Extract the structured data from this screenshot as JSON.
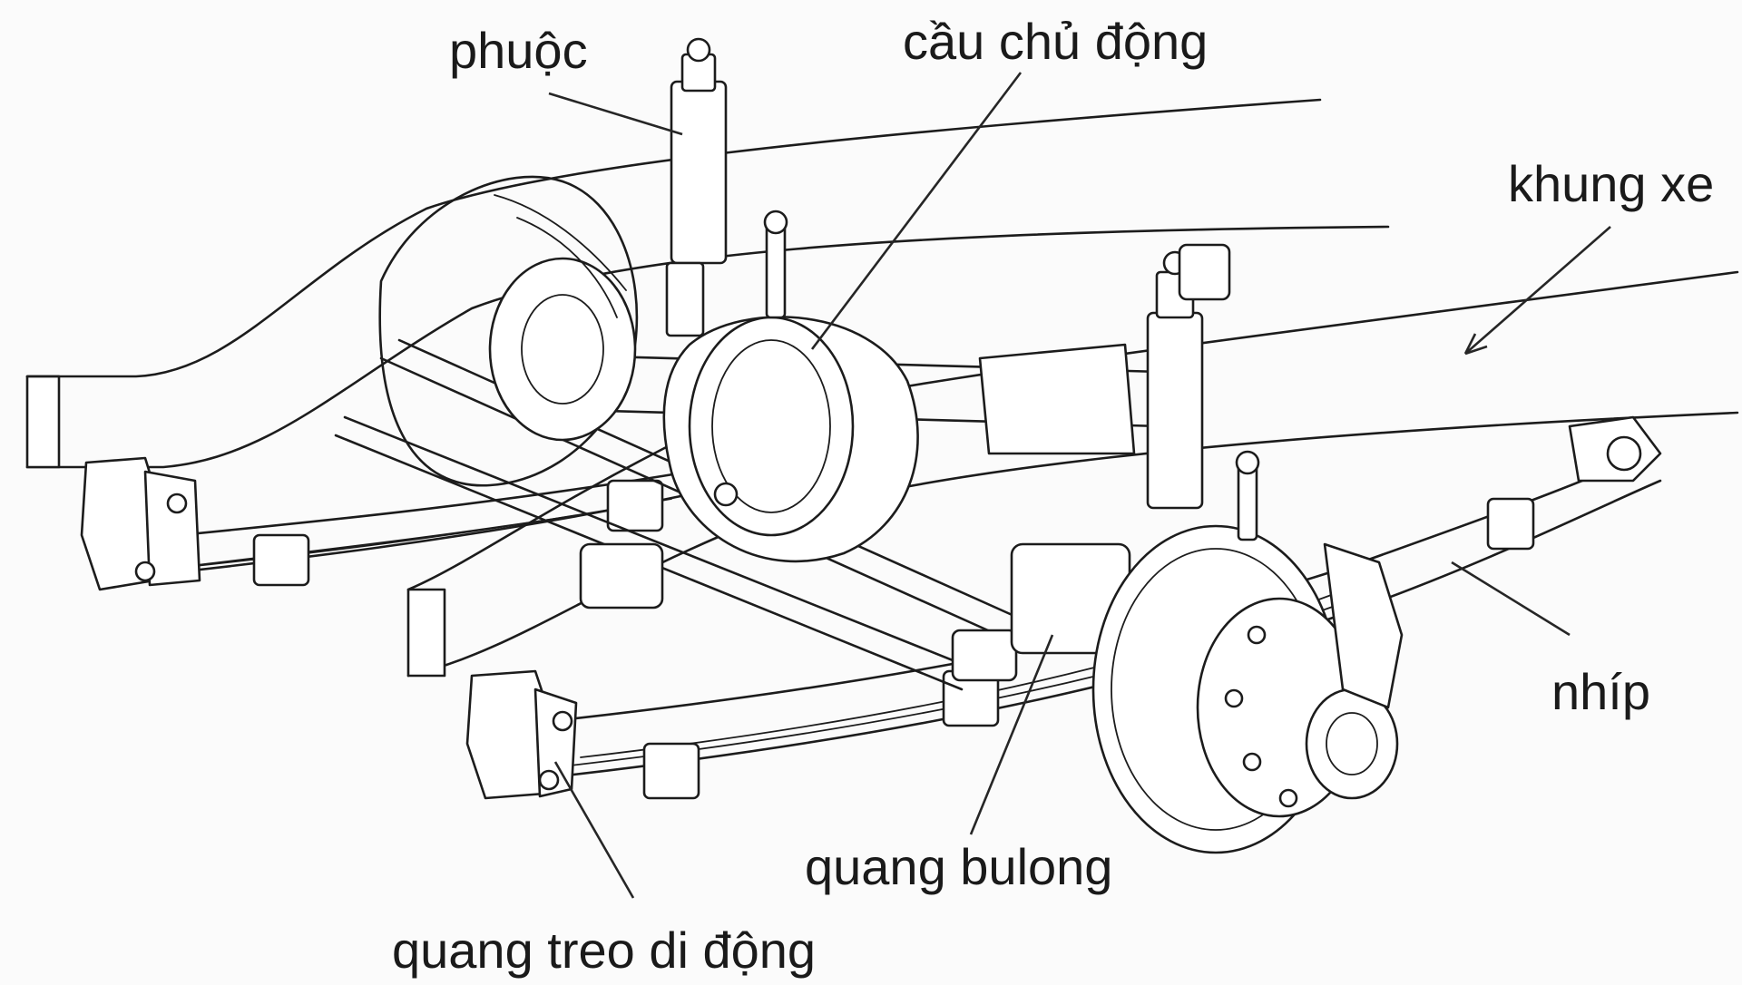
{
  "labels": {
    "shock_absorber": "phuộc",
    "drive_axle": "cầu chủ động",
    "vehicle_frame": "khung xe",
    "leaf_spring": "nhíp",
    "u_bolt": "quang bulong",
    "shackle": "quang treo di động"
  }
}
